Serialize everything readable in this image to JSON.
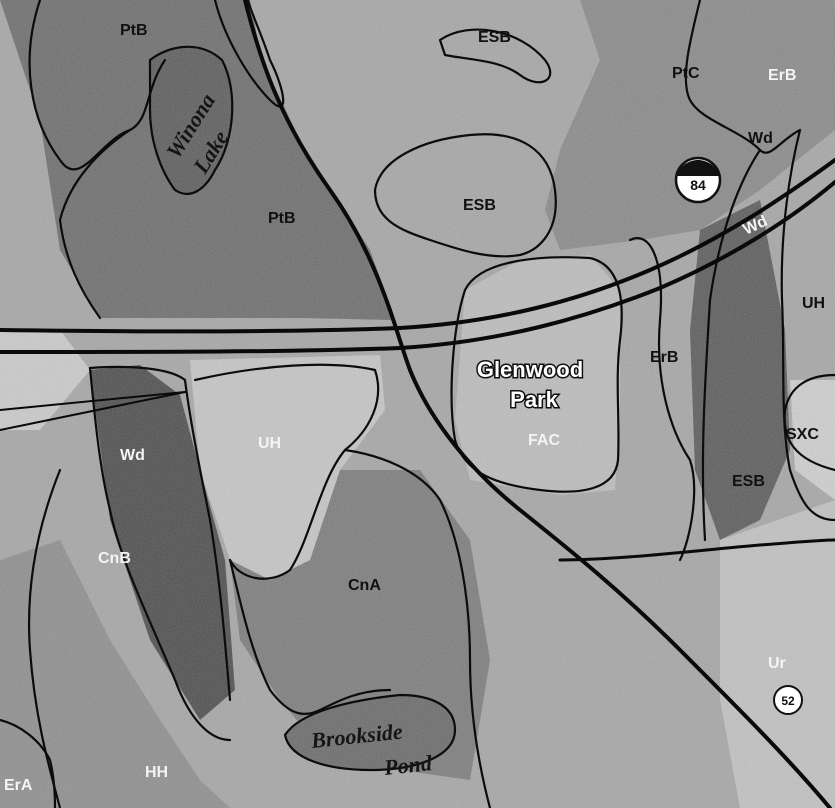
{
  "map": {
    "soil_units": {
      "ptb_top": "PtB",
      "ptb_mid": "PtB",
      "esb_top": "ESB",
      "esb_mid": "ESB",
      "esb_right": "ESB",
      "ptc": "PtC",
      "erb_top": "ErB",
      "erb_mid": "ErB",
      "wd_top": "Wd",
      "wd_mid": "Wd",
      "wd_left": "Wd",
      "uh_right": "UH",
      "uh_center": "UH",
      "sxc": "SXC",
      "fac": "FAC",
      "cnb": "CnB",
      "cna": "CnA",
      "ur": "Ur",
      "hh": "HH",
      "era": "ErA"
    },
    "water_bodies": {
      "winona_line1": "Winona",
      "winona_line2": "Lake",
      "brookside_line1": "Brookside",
      "brookside_line2": "Pond"
    },
    "park": {
      "line1": "Glenwood",
      "line2": "Park"
    },
    "route_shields": {
      "interstate": "84",
      "state_route": "52"
    },
    "colors": {
      "background": "#a7a7a7",
      "dark_fill": "#5a5a5a",
      "light_fill": "#cdcdcd",
      "water_fill": "#6b6b6b",
      "line": "#0c0c0c"
    }
  }
}
